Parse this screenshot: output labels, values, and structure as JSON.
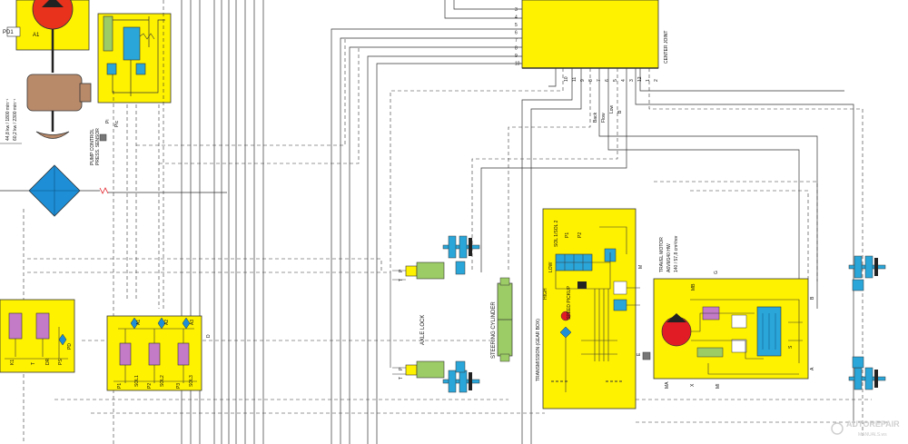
{
  "colors": {
    "block_fill": "#fff200",
    "block_stroke": "#333333",
    "pump_red": "#e8321c",
    "engine_brown": "#b98a6a",
    "filter_blue": "#1e8fd6",
    "motor_red": "#e11c24",
    "brake_blue": "#2aa6d9",
    "cylinder_green": "#9ccc65",
    "valve_purple": "#c47bc7",
    "line_dark": "#222222"
  },
  "labels": {
    "pd1": "PD1",
    "a1": "A1",
    "engine_spec_1": "44,8 kw / 1800 min⁻¹",
    "engine_spec_2": "60,2 kw / 2300 min⁻¹",
    "pump_control_1": "PUMP CONTROL",
    "pump_control_2": "PRESS. SENSOR",
    "pi": "Pi",
    "pic": "Pic",
    "center_joint": "CENTER JOINT",
    "cj_left_ports": [
      "3",
      "4",
      "5",
      "6",
      "7",
      "8",
      "9",
      "10"
    ],
    "cj_bottom_ports": [
      "10",
      "11",
      "9",
      "8",
      "7",
      "6",
      "5",
      "4",
      "3",
      "12",
      "1",
      "2"
    ],
    "back": "Back",
    "flow": "Flow",
    "low": "Low",
    "b": "B",
    "axle_lock": "AXLE LOCK",
    "axle_p1": "P",
    "axle_t1": "T",
    "axle_p2": "P",
    "axle_t2": "T",
    "steering": "STEERING CYLINDER",
    "transmission": "TRANSMISSION (GEAR BOX)",
    "high": "HIGH",
    "low_sol": "LOW",
    "sol_label": "SOL 1/SOL 2",
    "speed_pickup": "SPEED PICKUP",
    "p1": "P1",
    "p2": "P2",
    "m": "M",
    "e": "E",
    "travel_motor": "TRAVEL MOTOR",
    "travel_spec_1": "A6VM140 HW",
    "travel_spec_2": "140 / 57,8 cm³/rev",
    "mb": "MB",
    "ma": "MA",
    "mi": "MI",
    "x": "X",
    "g": "G",
    "s": "S",
    "a": "A",
    "b2": "B",
    "k1": "K1",
    "t": "T",
    "pd": "PD",
    "ps": "PS",
    "dr": "DR",
    "a1b": "A1",
    "a2": "A2",
    "a3": "A3",
    "p1b": "P1",
    "sol1": "SOL1",
    "sol2": "SOL2",
    "sol3": "SOL3",
    "p2b": "P2",
    "p3": "P3",
    "d": "D",
    "watermark_1": "AUTOREPAIR",
    "watermark_2": "MANUALS.ws"
  }
}
